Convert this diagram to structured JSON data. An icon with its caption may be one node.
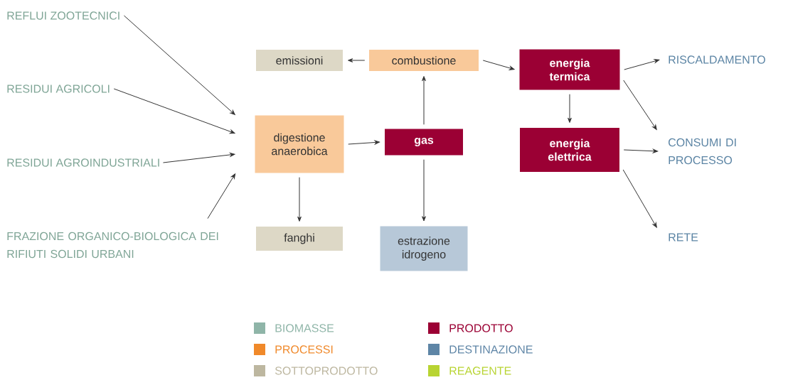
{
  "diagram": {
    "nodes": [
      {
        "text": [
          "REFLUI ZOOTECNICI"
        ]
      },
      {
        "text": [
          "RESIDUI AGRICOLI"
        ]
      },
      {
        "text": [
          "RESIDUI AGROINDUSTRIALI"
        ]
      },
      {
        "text": [
          "FRAZIONE ORGANICO-BIOLOGICA DEI RIFIUTI SOLIDI URBANI"
        ]
      },
      {
        "text": [
          "emissioni"
        ]
      },
      {
        "text": [
          "combustione"
        ]
      },
      {
        "text": [
          "energia termica"
        ]
      },
      {
        "text": [
          "RISCALDAMENTO"
        ]
      },
      {
        "text": [
          "digestione anaerobica"
        ]
      },
      {
        "text": [
          "gas"
        ]
      },
      {
        "text": [
          "energia elettrica"
        ]
      },
      {
        "text": [
          "CONSUMI DI PROCESSO"
        ]
      },
      {
        "text": [
          "fanghi"
        ]
      },
      {
        "text": [
          "estrazione idrogeno"
        ]
      },
      {
        "text": [
          "RETE"
        ]
      }
    ],
    "edges": [
      {
        "from": 0,
        "to": 8,
        "arrow": "to"
      },
      {
        "from": 1,
        "to": 8,
        "arrow": "to"
      },
      {
        "from": 2,
        "to": 8,
        "arrow": "to"
      },
      {
        "from": 3,
        "to": 8,
        "arrow": "to"
      },
      {
        "from": 8,
        "to": 9,
        "arrow": "to"
      },
      {
        "from": 8,
        "to": 12,
        "arrow": "to"
      },
      {
        "from": 9,
        "to": 5,
        "arrow": "to"
      },
      {
        "from": 9,
        "to": 13,
        "arrow": "to"
      },
      {
        "from": 5,
        "to": 4,
        "arrow": "to"
      },
      {
        "from": 5,
        "to": 6,
        "arrow": "to"
      },
      {
        "from": 6,
        "to": 7,
        "arrow": "to"
      },
      {
        "from": 6,
        "to": 11,
        "arrow": "to"
      },
      {
        "from": 6,
        "to": 10,
        "arrow": "to"
      },
      {
        "from": 10,
        "to": 11,
        "arrow": "to"
      },
      {
        "from": 10,
        "to": 14,
        "arrow": "to"
      }
    ],
    "legend": [
      {
        "text": "BIOMASSE",
        "color": "#8fb5a8"
      },
      {
        "text": "PROCESSI",
        "color": "#f0892a"
      },
      {
        "text": "SOTTOPRODOTTO",
        "color": "#bdb7a0"
      },
      {
        "text": "PRODOTTO",
        "color": "#9b0034"
      },
      {
        "text": "DESTINAZIONE",
        "color": "#5e85a6"
      },
      {
        "text": "REAGENTE",
        "color": "#b8d432"
      }
    ]
  }
}
